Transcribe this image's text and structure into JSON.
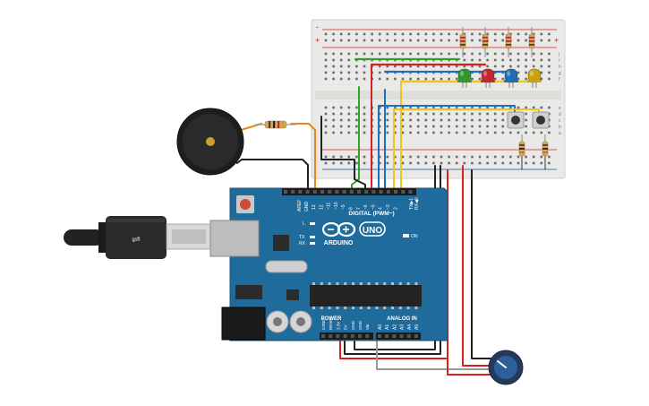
{
  "board": {
    "brand": "ARDUINO",
    "model": "UNO",
    "digital_label": "DIGITAL (PWM~)",
    "power_label": "POWER",
    "analog_label": "ANALOG IN",
    "tx_label": "TX",
    "rx_label": "RX",
    "l_label": "L",
    "on_label": "ON",
    "tx_pin": "TX▶1",
    "rx_pin": "RX◀0",
    "digital_pins": [
      "13",
      "12",
      "~11",
      "~10",
      "~9",
      "8",
      "7",
      "~6",
      "~5",
      "4",
      "~3",
      "2"
    ],
    "left_header_pins": [
      "AREF",
      "GND"
    ],
    "power_pins": [
      "IOREF",
      "RESET",
      "3.3V",
      "5V",
      "GND",
      "GND",
      "Vin"
    ],
    "analog_pins": [
      "A0",
      "A1",
      "A2",
      "A3",
      "A4",
      "A5"
    ]
  },
  "breadboard": {
    "row_letters_top": [
      "j",
      "i",
      "h",
      "g",
      "f"
    ],
    "row_letters_bottom": [
      "e",
      "d",
      "c",
      "b",
      "a"
    ],
    "plus": "+",
    "minus": "-"
  },
  "components": {
    "leds": [
      {
        "name": "green-led",
        "color": "#2e9a2e"
      },
      {
        "name": "red-led",
        "color": "#c0282e"
      },
      {
        "name": "blue-led",
        "color": "#1f6eb5"
      },
      {
        "name": "yellow-led",
        "color": "#c9a214"
      }
    ],
    "buzzer": "piezo-buzzer",
    "potentiometer": "potentiometer",
    "buttons": [
      "pushbutton-1",
      "pushbutton-2"
    ],
    "usb": "usb-cable"
  },
  "colors": {
    "board_blue": "#1f6b9c",
    "wire_red": "#d92020",
    "wire_black": "#222222",
    "wire_green": "#31a32d",
    "wire_blue": "#1d6fc2",
    "wire_yellow": "#f0c419",
    "wire_orange": "#e8851c",
    "wire_grey": "#9a9a9a"
  }
}
